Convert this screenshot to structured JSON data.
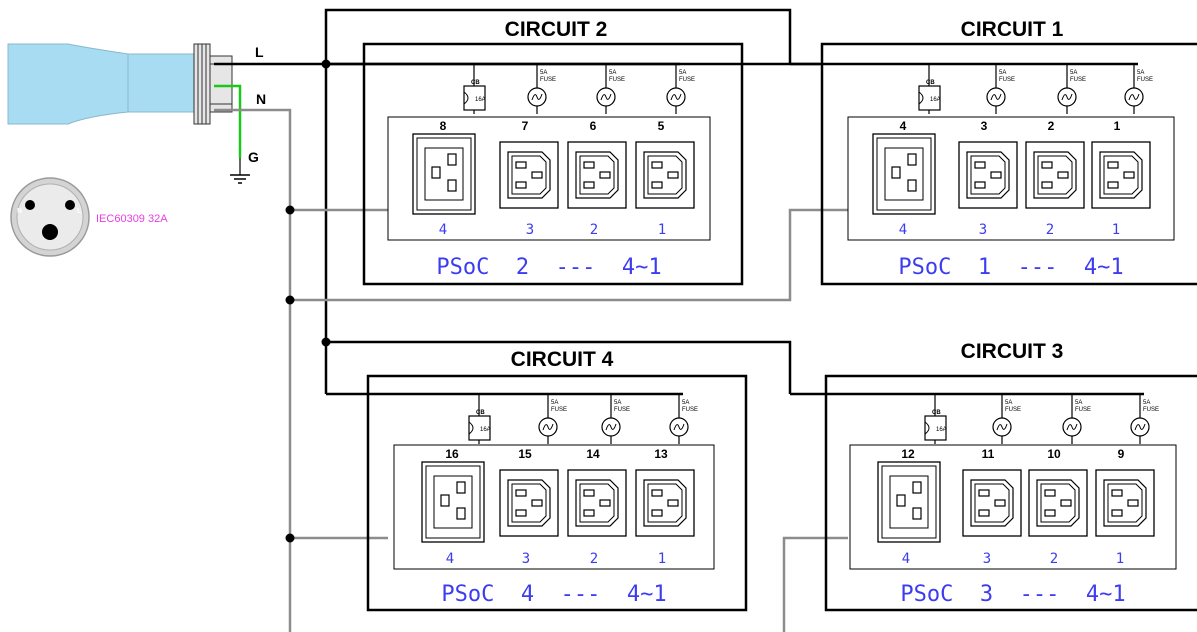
{
  "wires": {
    "live_label": "L",
    "neutral_label": "N",
    "ground_label": "G"
  },
  "plug": {
    "label": "IEC60309 32A",
    "pins": [
      "N",
      "L"
    ]
  },
  "component_labels": {
    "cb": "CB",
    "cb_rating": "16A",
    "fuse_rating": "5A",
    "fuse": "FUSE"
  },
  "circuits": [
    {
      "title": "CIRCUIT 2",
      "psoc_label": "PSoC 2 --- 4~1",
      "socket_numbers": [
        "8",
        "7",
        "6",
        "5"
      ],
      "position_labels": [
        "4",
        "3",
        "2",
        "1"
      ]
    },
    {
      "title": "CIRCUIT 1",
      "psoc_label": "PSoC 1 --- 4~1",
      "socket_numbers": [
        "4",
        "3",
        "2",
        "1"
      ],
      "position_labels": [
        "4",
        "3",
        "2",
        "1"
      ]
    },
    {
      "title": "CIRCUIT 4",
      "psoc_label": "PSoC 4 --- 4~1",
      "socket_numbers": [
        "16",
        "15",
        "14",
        "13"
      ],
      "position_labels": [
        "4",
        "3",
        "2",
        "1"
      ]
    },
    {
      "title": "CIRCUIT 3",
      "psoc_label": "PSoC 3 --- 4~1",
      "socket_numbers": [
        "12",
        "11",
        "10",
        "9"
      ],
      "position_labels": [
        "4",
        "3",
        "2",
        "1"
      ]
    }
  ],
  "colors": {
    "live": "#000000",
    "neutral": "#8c8c8c",
    "ground": "#19c819",
    "psoc_text": "#3c3cf0",
    "plug_label": "#e83ee0",
    "plug_body": "#a8dcf2"
  }
}
